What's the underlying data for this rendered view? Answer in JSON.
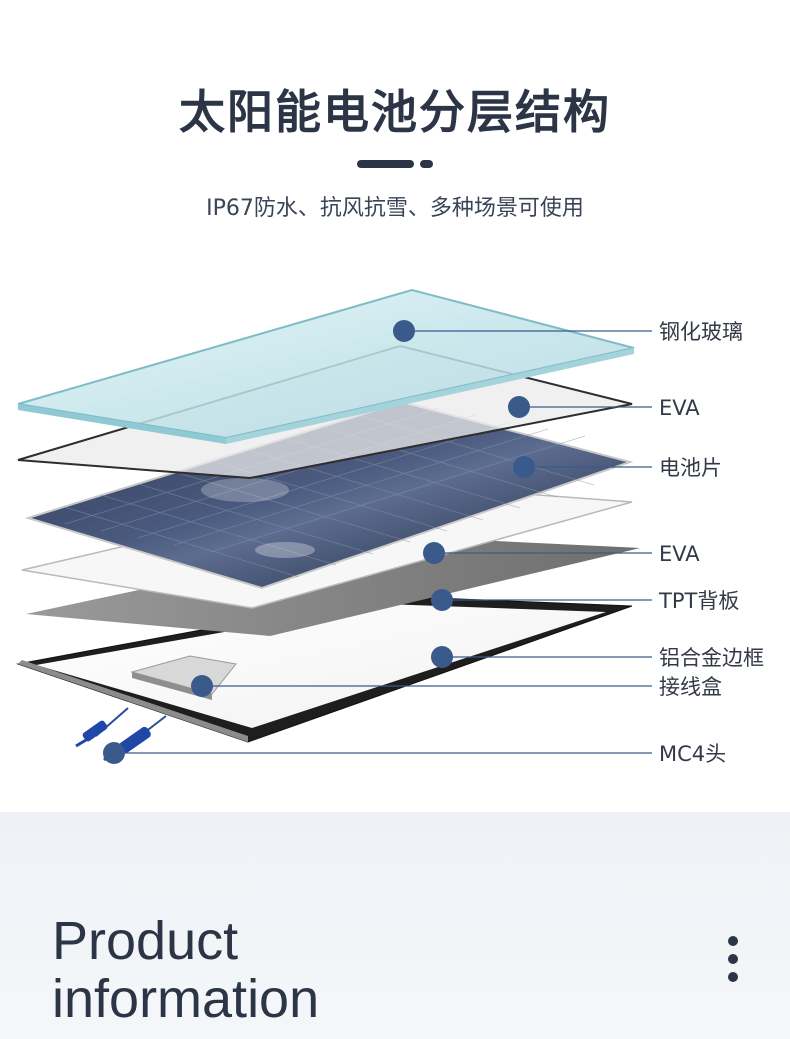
{
  "header": {
    "title": "太阳能电池分层结构",
    "subtitle": "IP67防水、抗风抗雪、多种场景可使用"
  },
  "layers": [
    {
      "id": "glass",
      "label": "钢化玻璃"
    },
    {
      "id": "eva-top",
      "label": "EVA"
    },
    {
      "id": "cells",
      "label": "电池片"
    },
    {
      "id": "eva-bottom",
      "label": "EVA"
    },
    {
      "id": "tpt",
      "label": "TPT背板"
    },
    {
      "id": "frame",
      "label": "铝合金边框"
    },
    {
      "id": "junction-box",
      "label": "接线盒"
    },
    {
      "id": "mc4",
      "label": "MC4头"
    }
  ],
  "footer": {
    "heading_line1": "Product",
    "heading_line2": "information",
    "menu_icon": "vertical-dots-icon"
  },
  "colors": {
    "title": "#2b3546",
    "marker": "#3a5a8c",
    "glass": "#bfe3ea",
    "cells": "#1e2740",
    "tpt": "#8a8a8a",
    "frame": "#2a2a2a"
  }
}
